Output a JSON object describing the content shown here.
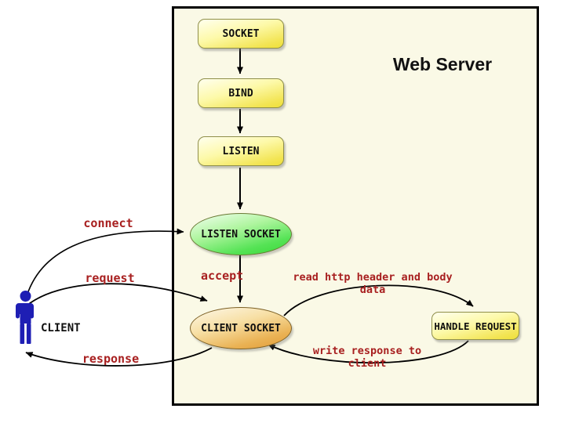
{
  "diagram": {
    "title": "Web Server",
    "nodes": {
      "socket": "SOCKET",
      "bind": "BIND",
      "listen": "LISTEN",
      "listen_socket": "LISTEN SOCKET",
      "client_socket": "CLIENT SOCKET",
      "handle_request": "HANDLE REQUEST"
    },
    "actor": {
      "label": "CLIENT"
    },
    "edges": {
      "connect": "connect",
      "request": "request",
      "response": "response",
      "accept": "accept",
      "read_http": "read http header and body data",
      "write_response": "write response to client"
    },
    "colors": {
      "server_box_bg": "#faf9e6",
      "server_box_border": "#000000",
      "node_yellow_top": "#ffffee",
      "node_yellow_bottom": "#eee03a",
      "node_border_olive": "#8f8f4a",
      "listen_socket_green": "#38d838",
      "client_socket_orange": "#e29a35",
      "edge_label_red": "#a82020",
      "client_figure_blue": "#1e1eb4",
      "arrow_black": "#000000"
    }
  }
}
